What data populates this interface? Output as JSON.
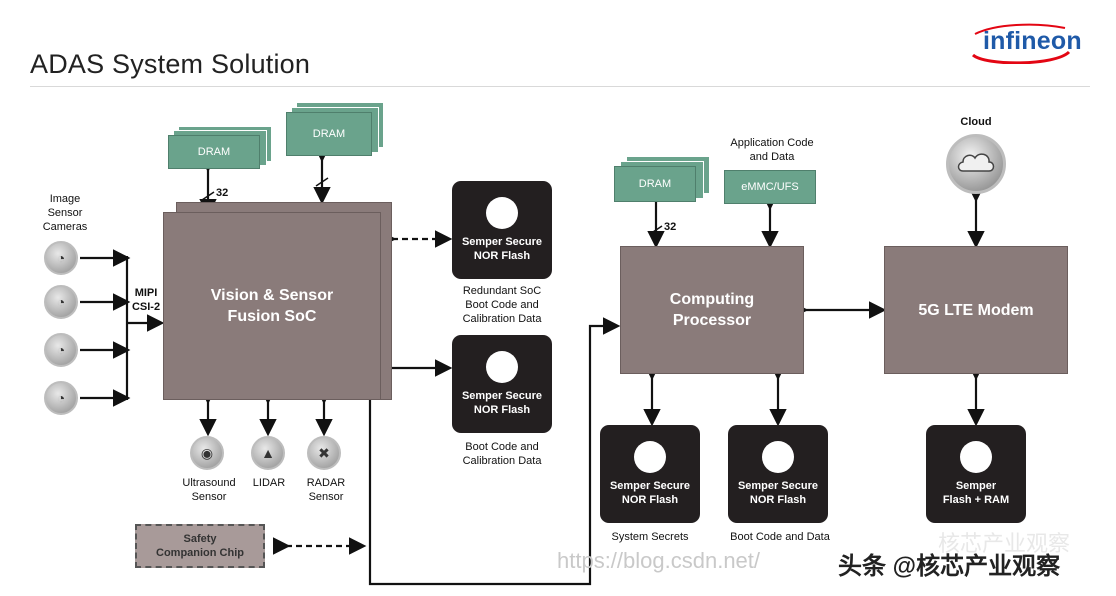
{
  "title": "ADAS System Solution",
  "logo": {
    "text": "infineon",
    "color": "#1f5aa8"
  },
  "colors": {
    "soc": "#8a7b7a",
    "dram": "#6aa38c",
    "flash": "#231f20"
  },
  "inputs": {
    "cameras_label": "Image\nSensor\nCameras",
    "mipi_label": "MIPI\nCSI-2"
  },
  "left_soc": {
    "label": "Vision & Sensor\nFusion SoC"
  },
  "left_drams": [
    {
      "label": "DRAM"
    },
    {
      "label": "DRAM"
    }
  ],
  "bus_32a": "32",
  "flash_top": {
    "label": "Semper Secure\nNOR Flash",
    "caption": "Redundant SoC\nBoot Code and\nCalibration Data"
  },
  "flash_mid": {
    "label": "Semper Secure\nNOR Flash",
    "caption": "Boot Code and\nCalibration Data"
  },
  "sensors": [
    {
      "label": "Ultrasound\nSensor",
      "icon": "ultrasound-icon"
    },
    {
      "label": "LIDAR",
      "icon": "lidar-icon"
    },
    {
      "label": "RADAR\nSensor",
      "icon": "radar-icon"
    }
  ],
  "safety": "Safety\nCompanion Chip",
  "computing": {
    "label": "Computing\nProcessor"
  },
  "right_dram": {
    "label": "DRAM"
  },
  "bus_32b": "32",
  "app_code": {
    "caption": "Application Code\nand Data",
    "label": "eMMC/UFS"
  },
  "flash_secrets": {
    "label": "Semper Secure\nNOR Flash",
    "caption": "System Secrets"
  },
  "flash_boot": {
    "label": "Semper Secure\nNOR Flash",
    "caption": "Boot Code and Data"
  },
  "modem": {
    "label": "5G LTE Modem"
  },
  "cloud": {
    "label": "Cloud",
    "icon": "cloud-icon"
  },
  "modem_flash": {
    "label": "Semper\nFlash + RAM"
  },
  "watermarks": {
    "url": "https://blog.csdn.net/",
    "wechat": "头条 @核芯产业观察",
    "faint": "核芯产业观察"
  }
}
